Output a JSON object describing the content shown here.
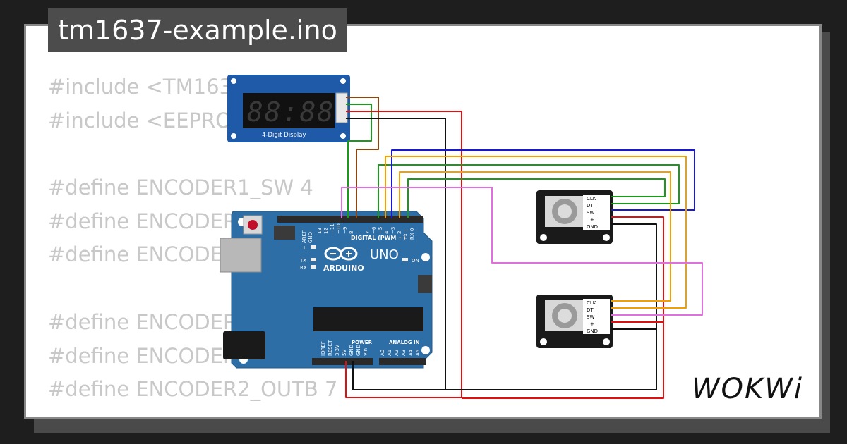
{
  "title": "tm1637-example.ino",
  "code_lines": [
    "#include <TM1637",
    "#include <EEPROM",
    "",
    "#define ENCODER1_SW 4",
    "#define ENCODER1",
    "#define ENCODER1",
    "",
    "#define ENCODER2",
    "#define ENCODER2",
    "#define ENCODER2_OUTB 7"
  ],
  "display": {
    "digits": "88:88",
    "label": "4-Digit Display"
  },
  "arduino": {
    "brand": "ARDUINO",
    "model": "UNO",
    "digital_label": "DIGITAL (PWM ~)",
    "power_label": "POWER",
    "analog_label": "ANALOG IN",
    "on_label": "ON",
    "l_label": "L",
    "tx_label": "TX",
    "rx_label": "RX",
    "top_pins": [
      "AREF",
      "GND",
      "13",
      "12",
      "~11",
      "~10",
      "~9",
      "8",
      "7",
      "~6",
      "~5",
      "4",
      "~3",
      "2",
      "TX 1",
      "RX 0"
    ],
    "bottom_power_pins": [
      "IOREF",
      "RESET",
      "3.3V",
      "5V",
      "GND",
      "GND",
      "Vin"
    ],
    "bottom_analog_pins": [
      "A0",
      "A1",
      "A2",
      "A3",
      "A4",
      "A5"
    ]
  },
  "encoder_pins": [
    "CLK",
    "DT",
    "SW",
    "+",
    "GND"
  ],
  "logo": "WOKWi",
  "colors": {
    "wire_red": "#e01010",
    "wire_black": "#111111",
    "wire_green": "#1a9a1a",
    "wire_brown": "#8b4513",
    "wire_blue": "#1818d0",
    "wire_orange": "#f0a000",
    "wire_pink": "#e070e0",
    "board_blue": "#2e6ea6",
    "display_blue": "#1e5aa8"
  }
}
